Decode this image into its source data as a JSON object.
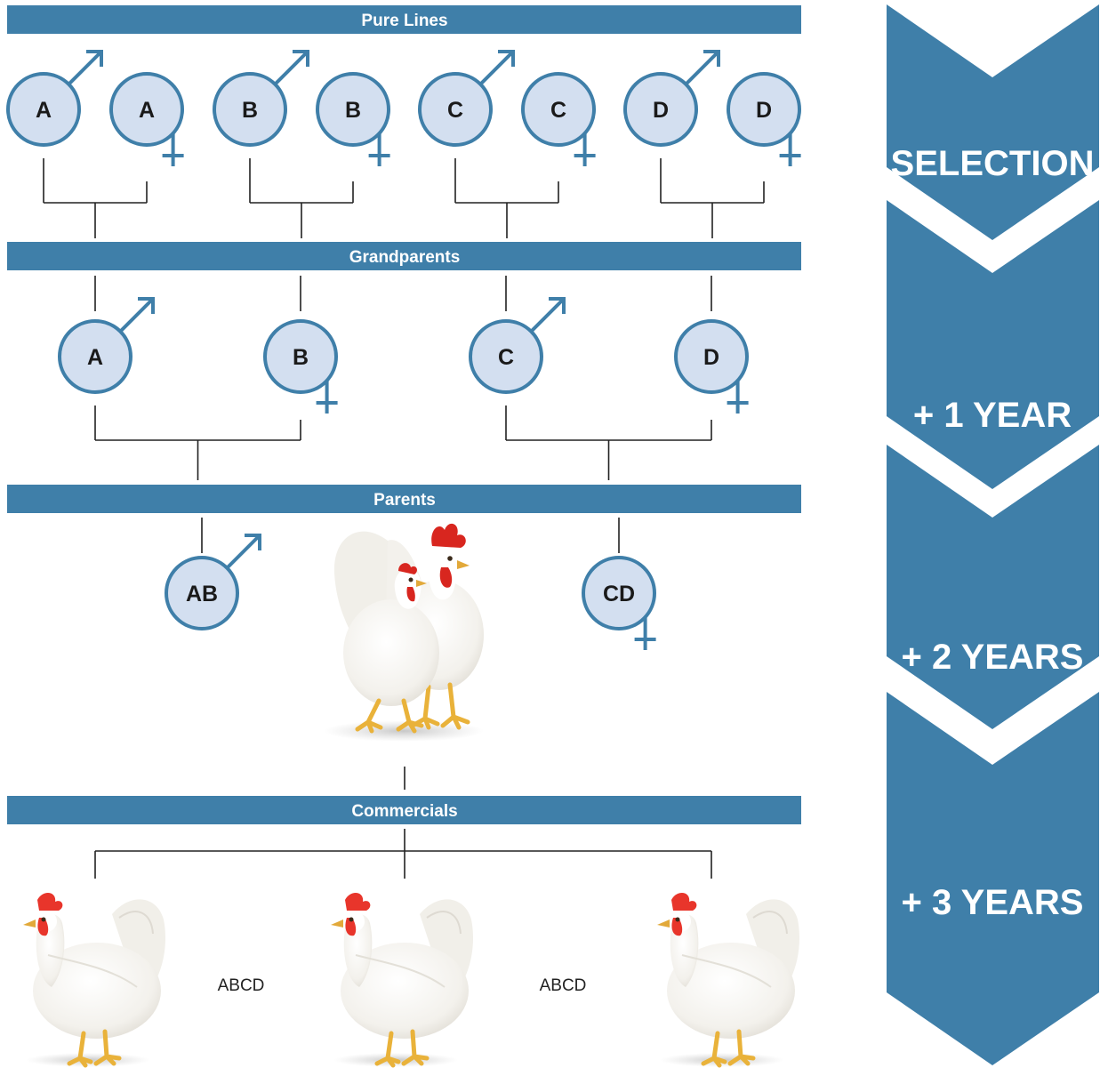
{
  "colors": {
    "banner": "#3f7fa9",
    "circle_fill": "#d3dff0",
    "circle_stroke": "#3f7fa9",
    "chevron": "#3f7fa9",
    "line": "#222222"
  },
  "banners": {
    "pure_lines": "Pure Lines",
    "grandparents": "Grandparents",
    "parents": "Parents",
    "commercials": "Commercials"
  },
  "pure_lines": [
    {
      "label": "A",
      "sex": "male"
    },
    {
      "label": "A",
      "sex": "female"
    },
    {
      "label": "B",
      "sex": "male"
    },
    {
      "label": "B",
      "sex": "female"
    },
    {
      "label": "C",
      "sex": "male"
    },
    {
      "label": "C",
      "sex": "female"
    },
    {
      "label": "D",
      "sex": "male"
    },
    {
      "label": "D",
      "sex": "female"
    }
  ],
  "grandparents": [
    {
      "label": "A",
      "sex": "male"
    },
    {
      "label": "B",
      "sex": "female"
    },
    {
      "label": "C",
      "sex": "male"
    },
    {
      "label": "D",
      "sex": "female"
    }
  ],
  "parents": [
    {
      "label": "AB",
      "sex": "male"
    },
    {
      "label": "CD",
      "sex": "female"
    }
  ],
  "commercials": {
    "labels": [
      "ABCD",
      "ABCD"
    ],
    "hen_icon_count": 3
  },
  "timeline": [
    "SELECTION",
    "+ 1 YEAR",
    "+ 2 YEARS",
    "+ 3 YEARS"
  ],
  "icons": {
    "male": "male-symbol-icon",
    "female": "female-symbol-icon",
    "rooster_and_hen": "rooster-and-hen-icon",
    "hen": "white-hen-icon"
  }
}
